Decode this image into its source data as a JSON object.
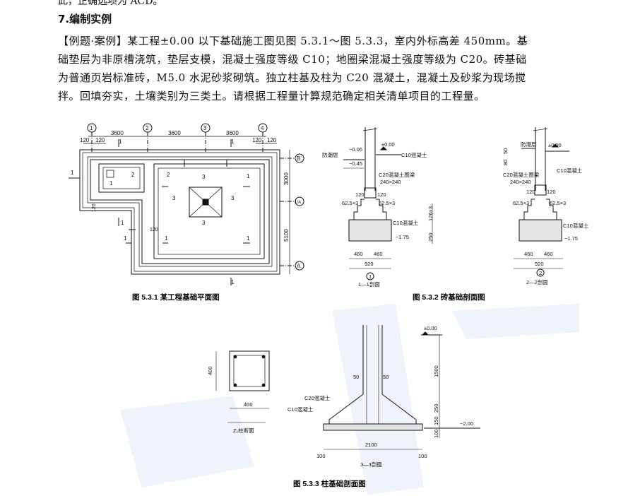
{
  "top_fragment": "此，正确选项为 ACD。",
  "heading": "7.编制实例",
  "paragraph_lines": [
    "【例题·案例】某工程±0.00 以下基础施工图见图 5.3.1～图 5.3.3，室内外标高差 450mm。基",
    "础垫层为非原槽浇筑，垫层支模，混凝土强度等级 C10；地圈梁混凝土强度等级为 C20。砖基础",
    "为普通页岩标准砖，M5.0 水泥砂浆砌筑。独立柱基及柱为 C20 混凝土，混凝土及砂浆为现场搅",
    "拌。回填夯实，土壤类别为三类土。请根据工程量计算规范确定相关清单项目的工程量。"
  ],
  "fig1": {
    "caption": "图 5.3.1    某工程基础平面图",
    "axis_numbers": [
      "1",
      "2",
      "3",
      "4"
    ],
    "axis_letters": [
      "B",
      "1/A",
      "A"
    ],
    "spans": [
      "3600",
      "3600",
      "3600"
    ],
    "dims_right": [
      "3000",
      "5100"
    ],
    "dim_120": "120",
    "sec1": "1",
    "sec2": "2",
    "sec3": "3"
  },
  "fig2": {
    "caption": "图 5.3.2    砖基础剖面图",
    "s1_label": "1—1剖面",
    "s2_label": "2—2剖面",
    "s1_num": "1",
    "s2_num": "2",
    "level_000": "±0.00",
    "level_m006": "−0.06",
    "level_m045": "−0.45",
    "level_m175": "−1.75",
    "damp": "防潮层",
    "c10": "C10混凝土",
    "beam": "C20混凝土圈梁",
    "beam_size": "240×240",
    "d120": "120",
    "d625": "62.5×3",
    "d126": "126×3",
    "d250": "250",
    "d460": "460",
    "d920": "920",
    "d80": "80",
    "d50": "50"
  },
  "fig3": {
    "caption": "图 5.3.3    柱基础剖面图",
    "col_label": "Z₁柱断面",
    "sec_label": "3—3剖面",
    "level_000": "±0.00",
    "level_m200": "−2.00",
    "c20": "C20混凝土",
    "c10": "C10混凝土",
    "d400": "400",
    "d50": "50",
    "d1500": "1500",
    "d250": "250",
    "d150": "150",
    "d100": "100",
    "d2100": "2100"
  }
}
